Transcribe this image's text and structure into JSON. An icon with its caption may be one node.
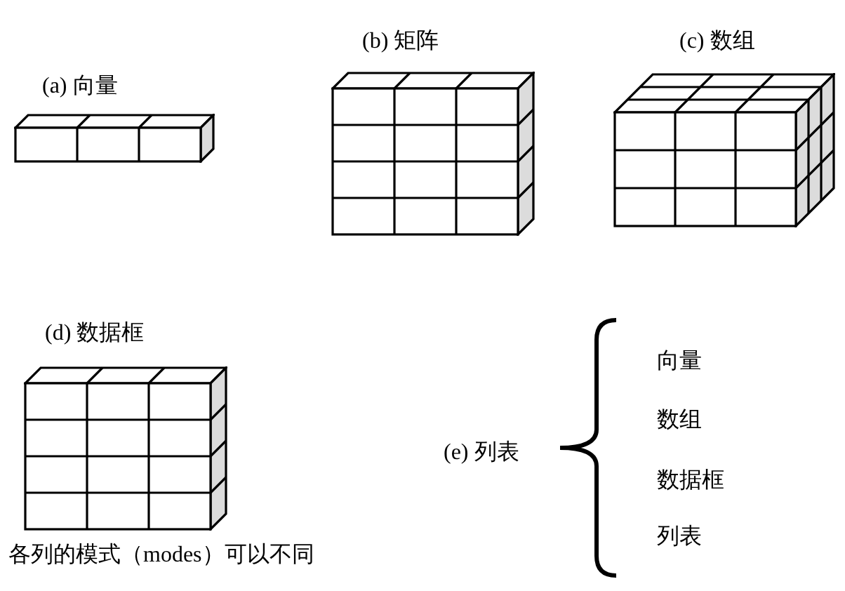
{
  "diagram": {
    "labels": [
      "(b) 矩阵",
      "(c) 数组",
      "(a) 向量",
      "(d) 数据框",
      "向量",
      "数组",
      "(e) 列表",
      "数据框",
      "列表",
      "各列的模式（modes）可以不同"
    ]
  }
}
